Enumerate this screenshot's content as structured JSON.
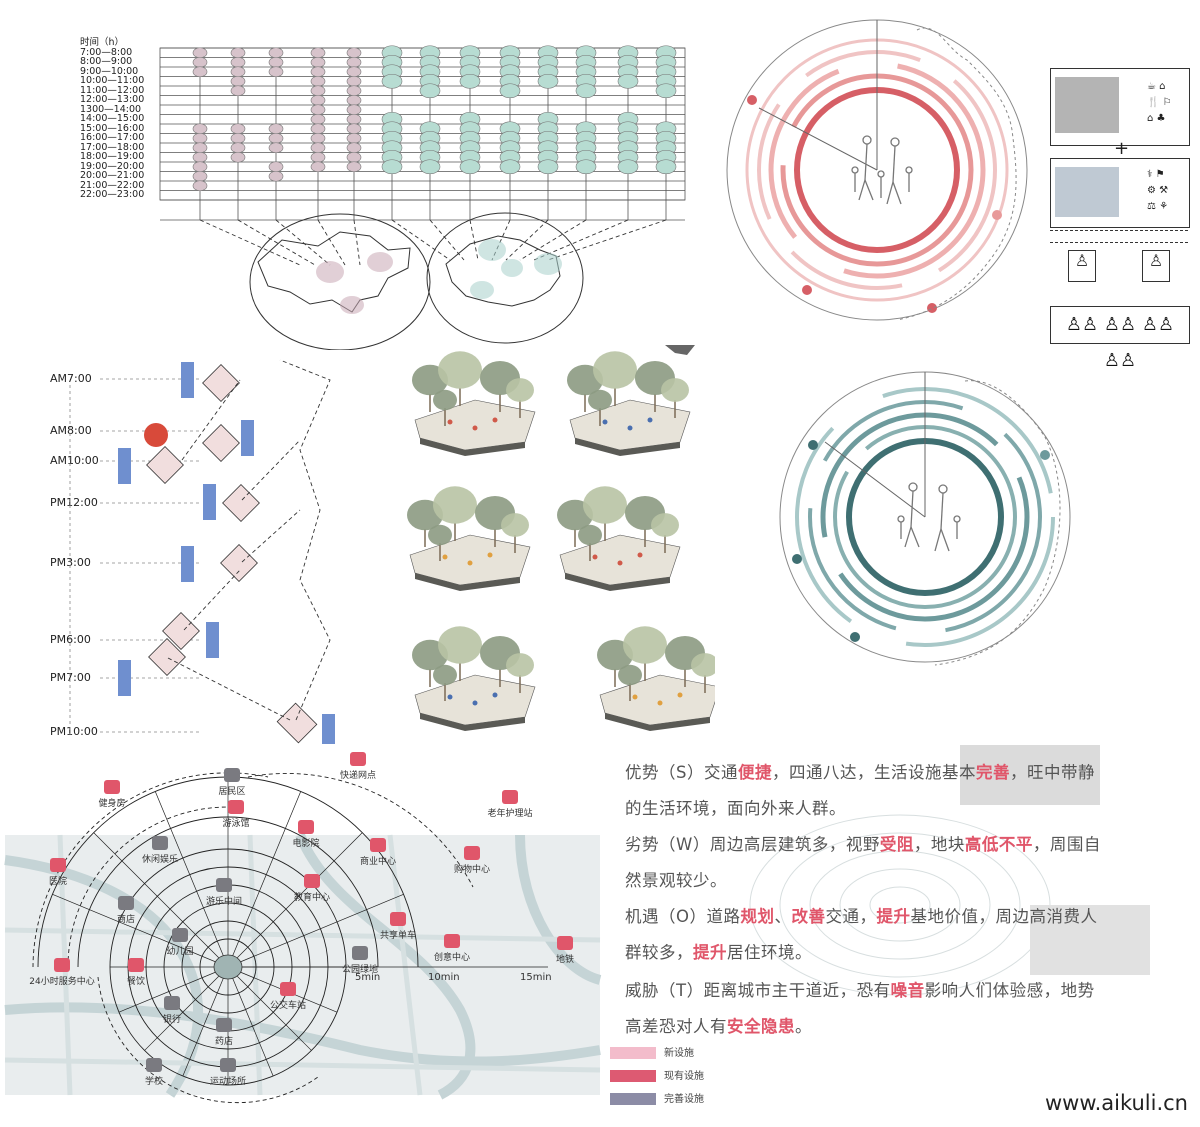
{
  "time_table": {
    "header": "时间（h）",
    "rows": [
      "7:00—8:00",
      "8:00—9:00",
      "9:00—10:00",
      "10:00—11:00",
      "11:00—12:00",
      "12:00—13:00",
      "1300—14:00",
      "14:00—15:00",
      "15:00—16:00",
      "16:00—17:00",
      "17:00—18:00",
      "18:00—19:00",
      "19:00—20:00",
      "20:00—21:00",
      "21:00—22:00",
      "22:00—23:00"
    ]
  },
  "daily_timeline": {
    "times": [
      "AM7:00",
      "AM8:00",
      "AM10:00",
      "PM12:00",
      "PM3:00",
      "PM6:00",
      "PM7:00",
      "PM10:00"
    ]
  },
  "facility_radar": {
    "ring_labels": [
      "5min",
      "10min",
      "15min"
    ],
    "inner": [
      {
        "label": "健身房",
        "icon": "runner-icon"
      },
      {
        "label": "居民区",
        "icon": "building-icon"
      },
      {
        "label": "快递网点",
        "icon": "parcel-icon"
      },
      {
        "label": "老年护理站",
        "icon": "elderly-care-icon"
      },
      {
        "label": "休闲娱乐",
        "icon": "leisure-icon"
      },
      {
        "label": "游泳馆",
        "icon": "swim-icon"
      },
      {
        "label": "电影院",
        "icon": "film-icon"
      },
      {
        "label": "商业中心",
        "icon": "commerce-icon"
      },
      {
        "label": "购物中心",
        "icon": "shop-icon"
      },
      {
        "label": "医院",
        "icon": "hospital-icon"
      },
      {
        "label": "游乐中间",
        "icon": "playground-icon"
      },
      {
        "label": "教育中心",
        "icon": "education-icon"
      },
      {
        "label": "共享单车",
        "icon": "bike-icon"
      },
      {
        "label": "商店",
        "icon": "store-icon"
      },
      {
        "label": "幼儿园",
        "icon": "kindergarten-icon"
      },
      {
        "label": "公园绿地",
        "icon": "tree-icon"
      },
      {
        "label": "创意中心",
        "icon": "creative-icon"
      },
      {
        "label": "地铁",
        "icon": "metro-icon"
      },
      {
        "label": "24小时服务中心",
        "icon": "service-icon"
      },
      {
        "label": "餐饮",
        "icon": "food-icon"
      },
      {
        "label": "银行",
        "icon": "bank-icon"
      },
      {
        "label": "公交车站",
        "icon": "bus-icon"
      },
      {
        "label": "药店",
        "icon": "pharmacy-icon"
      },
      {
        "label": "学校",
        "icon": "school-icon"
      },
      {
        "label": "运动场所",
        "icon": "sport-icon"
      }
    ]
  },
  "swot": {
    "s": [
      "优势（S）交通",
      "便捷",
      "，四通八达，生活设施基本",
      "完善",
      "，旺中带静"
    ],
    "s2": "的生活环境，面向外来人群。",
    "w": [
      "劣势（W）周边高层建筑多，视野",
      "受阻",
      "，地块",
      "高低不平",
      "，周围自"
    ],
    "w2": "然景观较少。",
    "o": [
      "机遇（O）道路",
      "规划",
      "、",
      "改善",
      "交通，",
      "提升",
      "基地价值，周边高消费人"
    ],
    "o2a": "群较多，",
    "o2b": "提升",
    "o2c": "居住环境。",
    "t": [
      "威胁（T）距离城市主干道近，恐有",
      "噪音",
      "影响人们体验感，地势"
    ],
    "t2a": "高差恐对人有",
    "t2b": "安全隐患",
    "t2c": "。"
  },
  "legend": [
    {
      "label": "新设施",
      "color": "#f3bccb"
    },
    {
      "label": "现有设施",
      "color": "#dd5a72"
    },
    {
      "label": "完善设施",
      "color": "#8c8ca6"
    }
  ],
  "watermark": "www.aikuli.cn",
  "colors": {
    "pink": "#e0566a",
    "pink_light": "#f0c4c4",
    "teal": "#3f6f72",
    "teal_light": "#a8c8c8",
    "blue": "#6f8fcf"
  }
}
